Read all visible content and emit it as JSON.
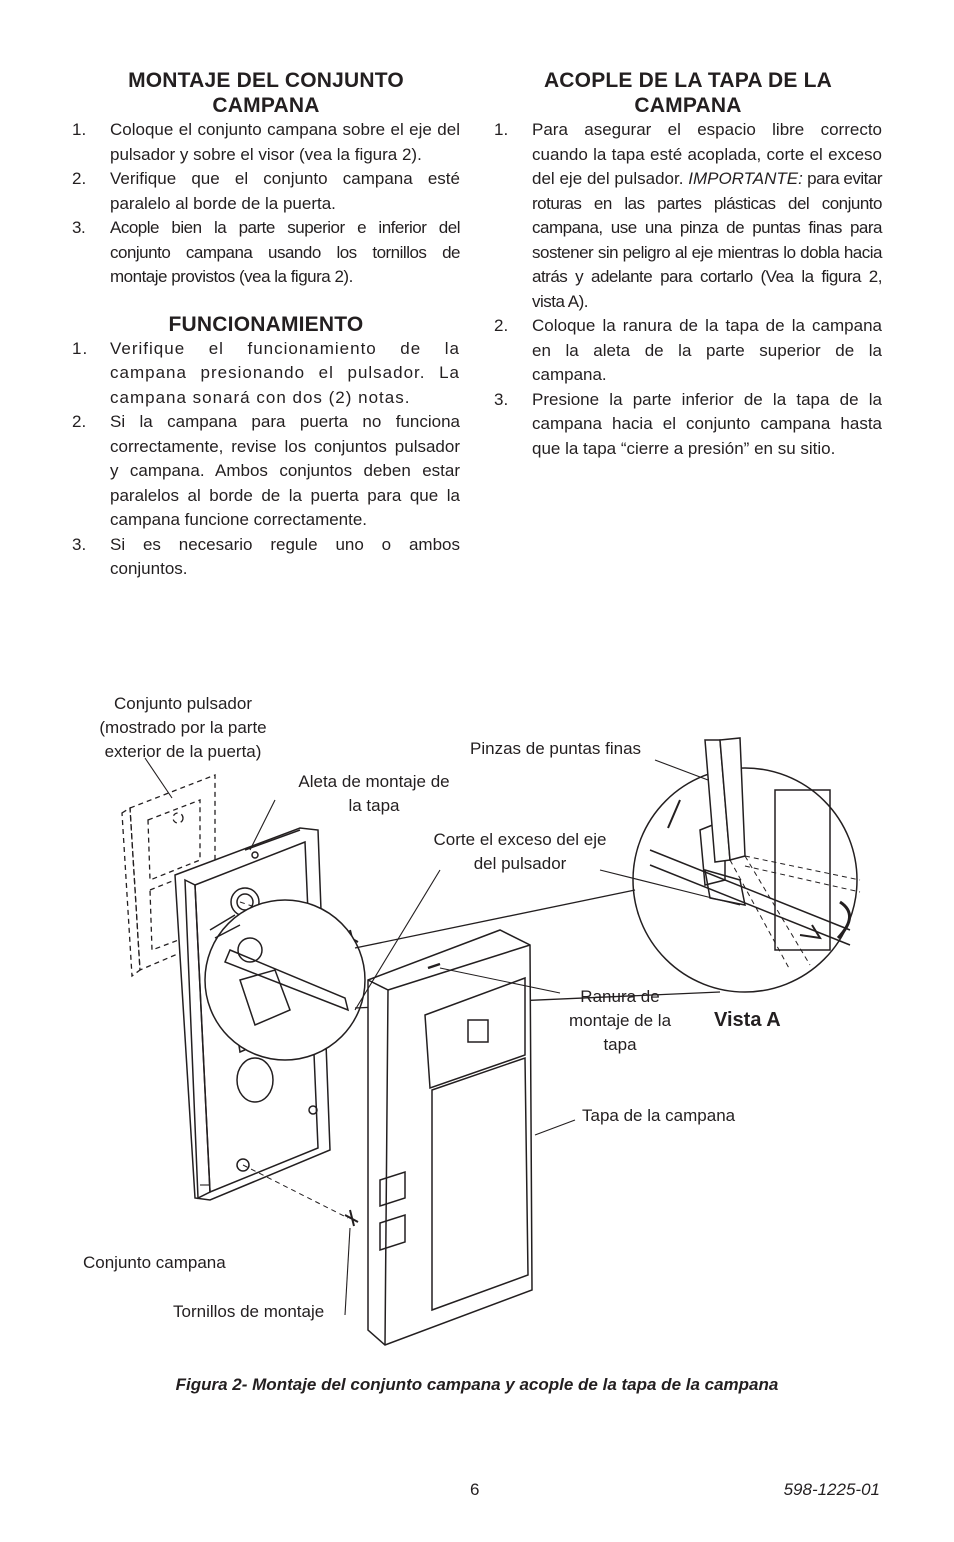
{
  "left": {
    "heading1": "MONTAJE DEL CONJUNTO CAMPANA",
    "list1": [
      {
        "n": "1.",
        "text": "Coloque el conjunto campana sobre el eje del pulsador y sobre el visor (vea la figura 2)."
      },
      {
        "n": "2.",
        "text": "Verifique que el conjunto campana esté paralelo al borde de la puerta."
      },
      {
        "n": "3.",
        "text": "Acople bien la parte superior e inferior del conjunto campana usando los tornillos de montaje provistos (vea la figura 2)."
      }
    ],
    "heading2": "FUNCIONAMIENTO",
    "list2": [
      {
        "n": "1.",
        "text": "Verifique el funcionamiento de la campana presionando el pulsador. La campana sonará con dos (2) notas."
      },
      {
        "n": "2.",
        "text": "Si la campana para puerta no funciona correctamente, revise los conjuntos pulsador y campana. Ambos conjuntos deben estar paralelos al borde de la puerta para que la campana funcione correctamente."
      },
      {
        "n": "3.",
        "text": "Si es necesario regule uno o ambos conjuntos."
      }
    ]
  },
  "right": {
    "heading": "ACOPLE DE LA TAPA DE LA CAMPANA",
    "item1": {
      "n": "1.",
      "text_before": "Para asegurar el espacio libre correcto cuando la tapa esté acoplada, corte el exceso del eje del pulsador. ",
      "important": "IMPORTANTE:",
      "text_after": " para evitar roturas en las partes plásticas del conjunto campana, use una pinza de puntas finas para sostener sin peligro al eje mientras lo dobla hacia atrás y adelante para cortarlo (Vea la figura 2, vista A)."
    },
    "list": [
      {
        "n": "2.",
        "text": "Coloque la ranura de la tapa de la campana en la aleta de la parte superior de la campana."
      },
      {
        "n": "3.",
        "text": "Presione la parte inferior de la tapa de la campana hacia el conjunto campana hasta que la tapa “cierre a presión” en su sitio."
      }
    ]
  },
  "figure": {
    "label_pulsador": "Conjunto pulsador (mostrado por la parte exterior de la puerta)",
    "label_aleta": "Aleta de montaje de la tapa",
    "label_pinzas": "Pinzas de puntas finas",
    "label_corte": "Corte el exceso del eje del pulsador",
    "label_ranura": "Ranura de montaje de la tapa",
    "label_vista": "Vista A",
    "label_tapa": "Tapa de la campana",
    "label_conjunto_campana": "Conjunto campana",
    "label_tornillos": "Tornillos de montaje",
    "caption": "Figura 2- Montaje del conjunto campana y acople de la tapa de la campana"
  },
  "footer": {
    "page_number": "6",
    "doc_number": "598-1225-01"
  }
}
